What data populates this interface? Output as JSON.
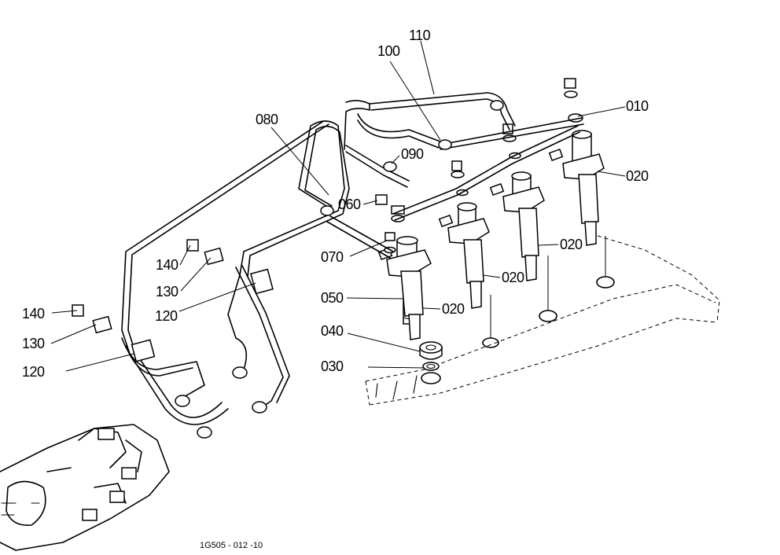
{
  "diagram": {
    "callouts": {
      "c010": "010",
      "c020a": "020",
      "c020b": "020",
      "c020c": "020",
      "c020d": "020",
      "c030": "030",
      "c040": "040",
      "c050": "050",
      "c060": "060",
      "c070": "070",
      "c080": "080",
      "c090": "090",
      "c100": "100",
      "c110": "110",
      "c120a": "120",
      "c120b": "120",
      "c130a": "130",
      "c130b": "130",
      "c140a": "140",
      "c140b": "140"
    },
    "drawing_code": "1G505 - 012 -10"
  }
}
